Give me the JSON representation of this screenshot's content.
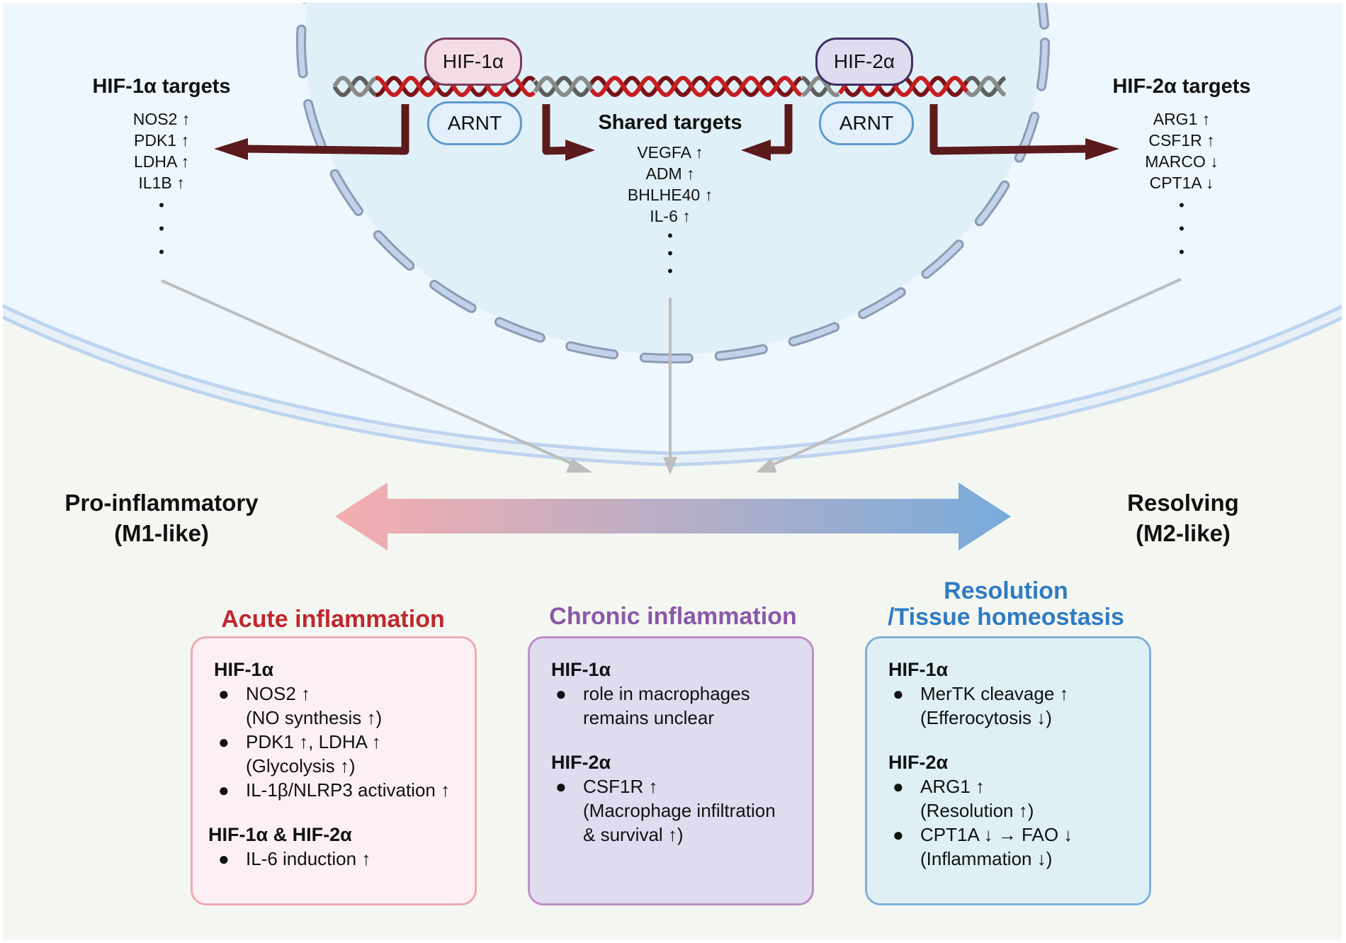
{
  "colors": {
    "cytoplasm": "#eef6fe",
    "nucleus": "#e0f0f8",
    "extracellular": "#f4f7f1",
    "membrane": "#bcd4f0",
    "nuclear_envelope_fill": "#c2d2ea",
    "nuclear_envelope_stroke": "#8b9bb3",
    "dna_red": "#c71e22",
    "dna_dark": "#7a1318",
    "dna_gray": "#6f6f6f",
    "regulation_arrow": "#5b1a1c",
    "converge_arrow": "#bdbdbd",
    "pro_inflammatory": "#f3aeb0",
    "resolving": "#78acdb",
    "acute_title": "#c0272d",
    "chronic_title": "#8a58a8",
    "resolution_title": "#2f7bc4"
  },
  "proteins": {
    "hif1a": "HIF-1α",
    "hif2a": "HIF-2α",
    "arnt_left": "ARNT",
    "arnt_right": "ARNT"
  },
  "targets": {
    "hif1": {
      "title": "HIF-1α targets",
      "genes": [
        "NOS2 ↑",
        "PDK1 ↑",
        "LDHA ↑",
        "IL1B ↑"
      ]
    },
    "shared": {
      "title": "Shared targets",
      "genes": [
        "VEGFA ↑",
        "ADM ↑",
        "BHLHE40 ↑",
        "IL-6 ↑"
      ]
    },
    "hif2": {
      "title": "HIF-2α targets",
      "genes": [
        "ARG1 ↑",
        "CSF1R ↑",
        "MARCO ↓",
        "CPT1A ↓"
      ]
    },
    "ellipsis": "•"
  },
  "spectrum": {
    "left": {
      "line1": "Pro-inflammatory",
      "line2": "(M1-like)"
    },
    "right": {
      "line1": "Resolving",
      "line2": "(M2-like)"
    }
  },
  "states": {
    "acute": {
      "title": "Acute inflammation",
      "sections": [
        {
          "header": "HIF-1α",
          "items": [
            {
              "lines": [
                "NOS2 ↑",
                "(NO synthesis ↑)"
              ]
            },
            {
              "lines": [
                "PDK1 ↑, LDHA ↑",
                "(Glycolysis ↑)"
              ]
            },
            {
              "lines": [
                "IL-1β/NLRP3 activation ↑"
              ]
            }
          ]
        },
        {
          "header": "HIF-1α & HIF-2α",
          "items": [
            {
              "lines": [
                "IL-6 induction ↑"
              ]
            }
          ]
        }
      ]
    },
    "chronic": {
      "title": "Chronic inflammation",
      "sections": [
        {
          "header": "HIF-1α",
          "items": [
            {
              "lines": [
                "role in macrophages",
                "remains unclear"
              ]
            }
          ]
        },
        {
          "header": "HIF-2α",
          "items": [
            {
              "lines": [
                "CSF1R ↑",
                "(Macrophage infiltration",
                "& survival ↑)"
              ]
            }
          ]
        }
      ]
    },
    "resolution": {
      "title_line1": "Resolution",
      "title_line2": "/Tissue homeostasis",
      "sections": [
        {
          "header": "HIF-1α",
          "items": [
            {
              "lines": [
                "MerTK cleavage ↑",
                "(Efferocytosis ↓)"
              ]
            }
          ]
        },
        {
          "header": "HIF-2α",
          "items": [
            {
              "lines": [
                "ARG1 ↑",
                "(Resolution ↑)"
              ]
            },
            {
              "lines": [
                "CPT1A ↓ → FAO ↓",
                "(Inflammation ↓)"
              ]
            }
          ]
        }
      ]
    },
    "bullet": "●"
  }
}
